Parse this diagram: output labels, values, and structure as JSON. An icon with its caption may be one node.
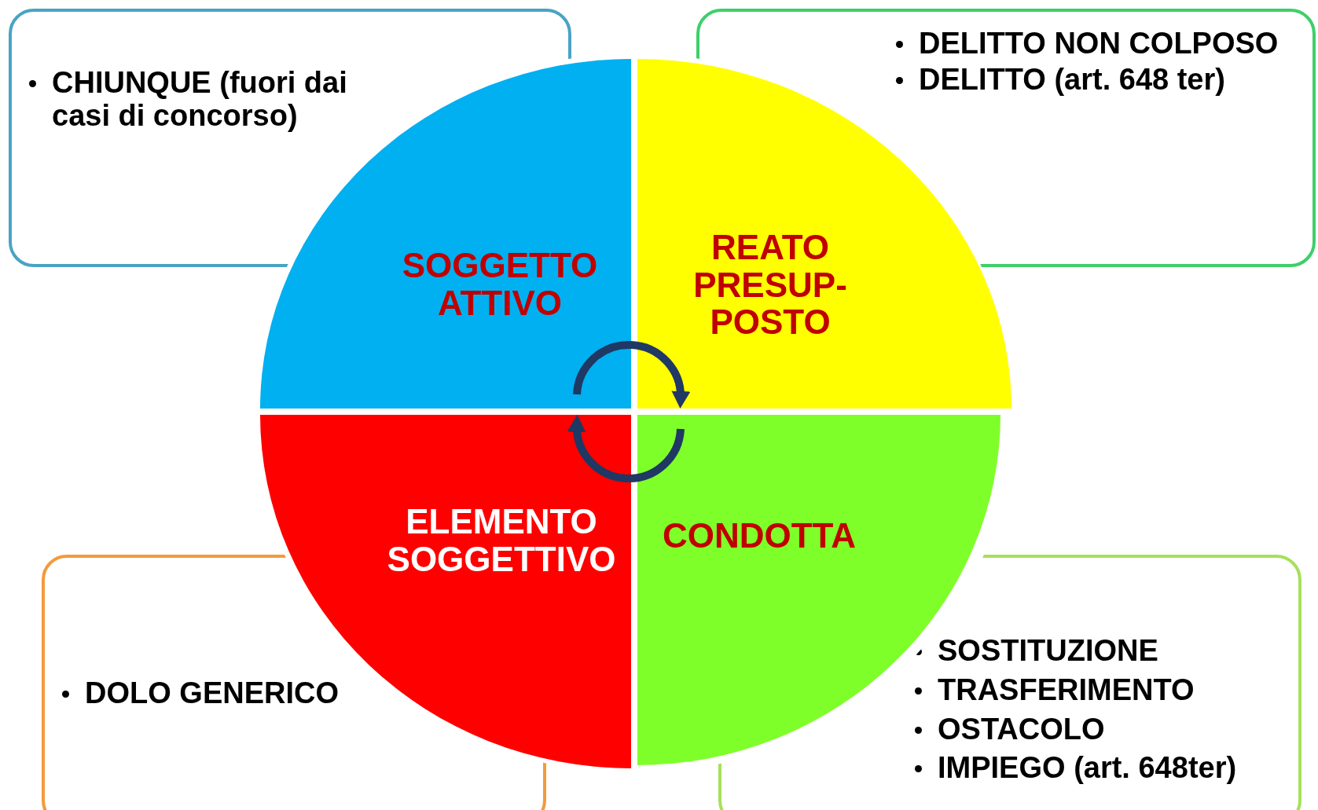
{
  "diagram": {
    "nodes": [
      {
        "text": [
          "CHIUNQUE (fuori dai casi di concorso)"
        ]
      },
      {
        "text": [
          "DELITTO NON COLPOSO",
          "DELITTO (art. 648 ter)"
        ]
      },
      {
        "text": [
          "SOGGETTO ATTIVO"
        ]
      },
      {
        "text": [
          "REATO PRESUP- POSTO"
        ]
      },
      {
        "text": [
          "ELEMENTO SOGGETTIVO"
        ]
      },
      {
        "text": [
          "CONDOTTA"
        ]
      },
      {
        "text": [
          "DOLO GENERICO"
        ]
      },
      {
        "text": [
          "SOSTITUZIONE",
          "TRASFERIMENTO",
          "OSTACOLO",
          "IMPIEGO (art. 648ter)"
        ]
      }
    ],
    "edges": [
      {
        "from": 2,
        "to": 3,
        "arrow": "to"
      },
      {
        "from": 5,
        "to": 4,
        "arrow": "to"
      }
    ]
  }
}
